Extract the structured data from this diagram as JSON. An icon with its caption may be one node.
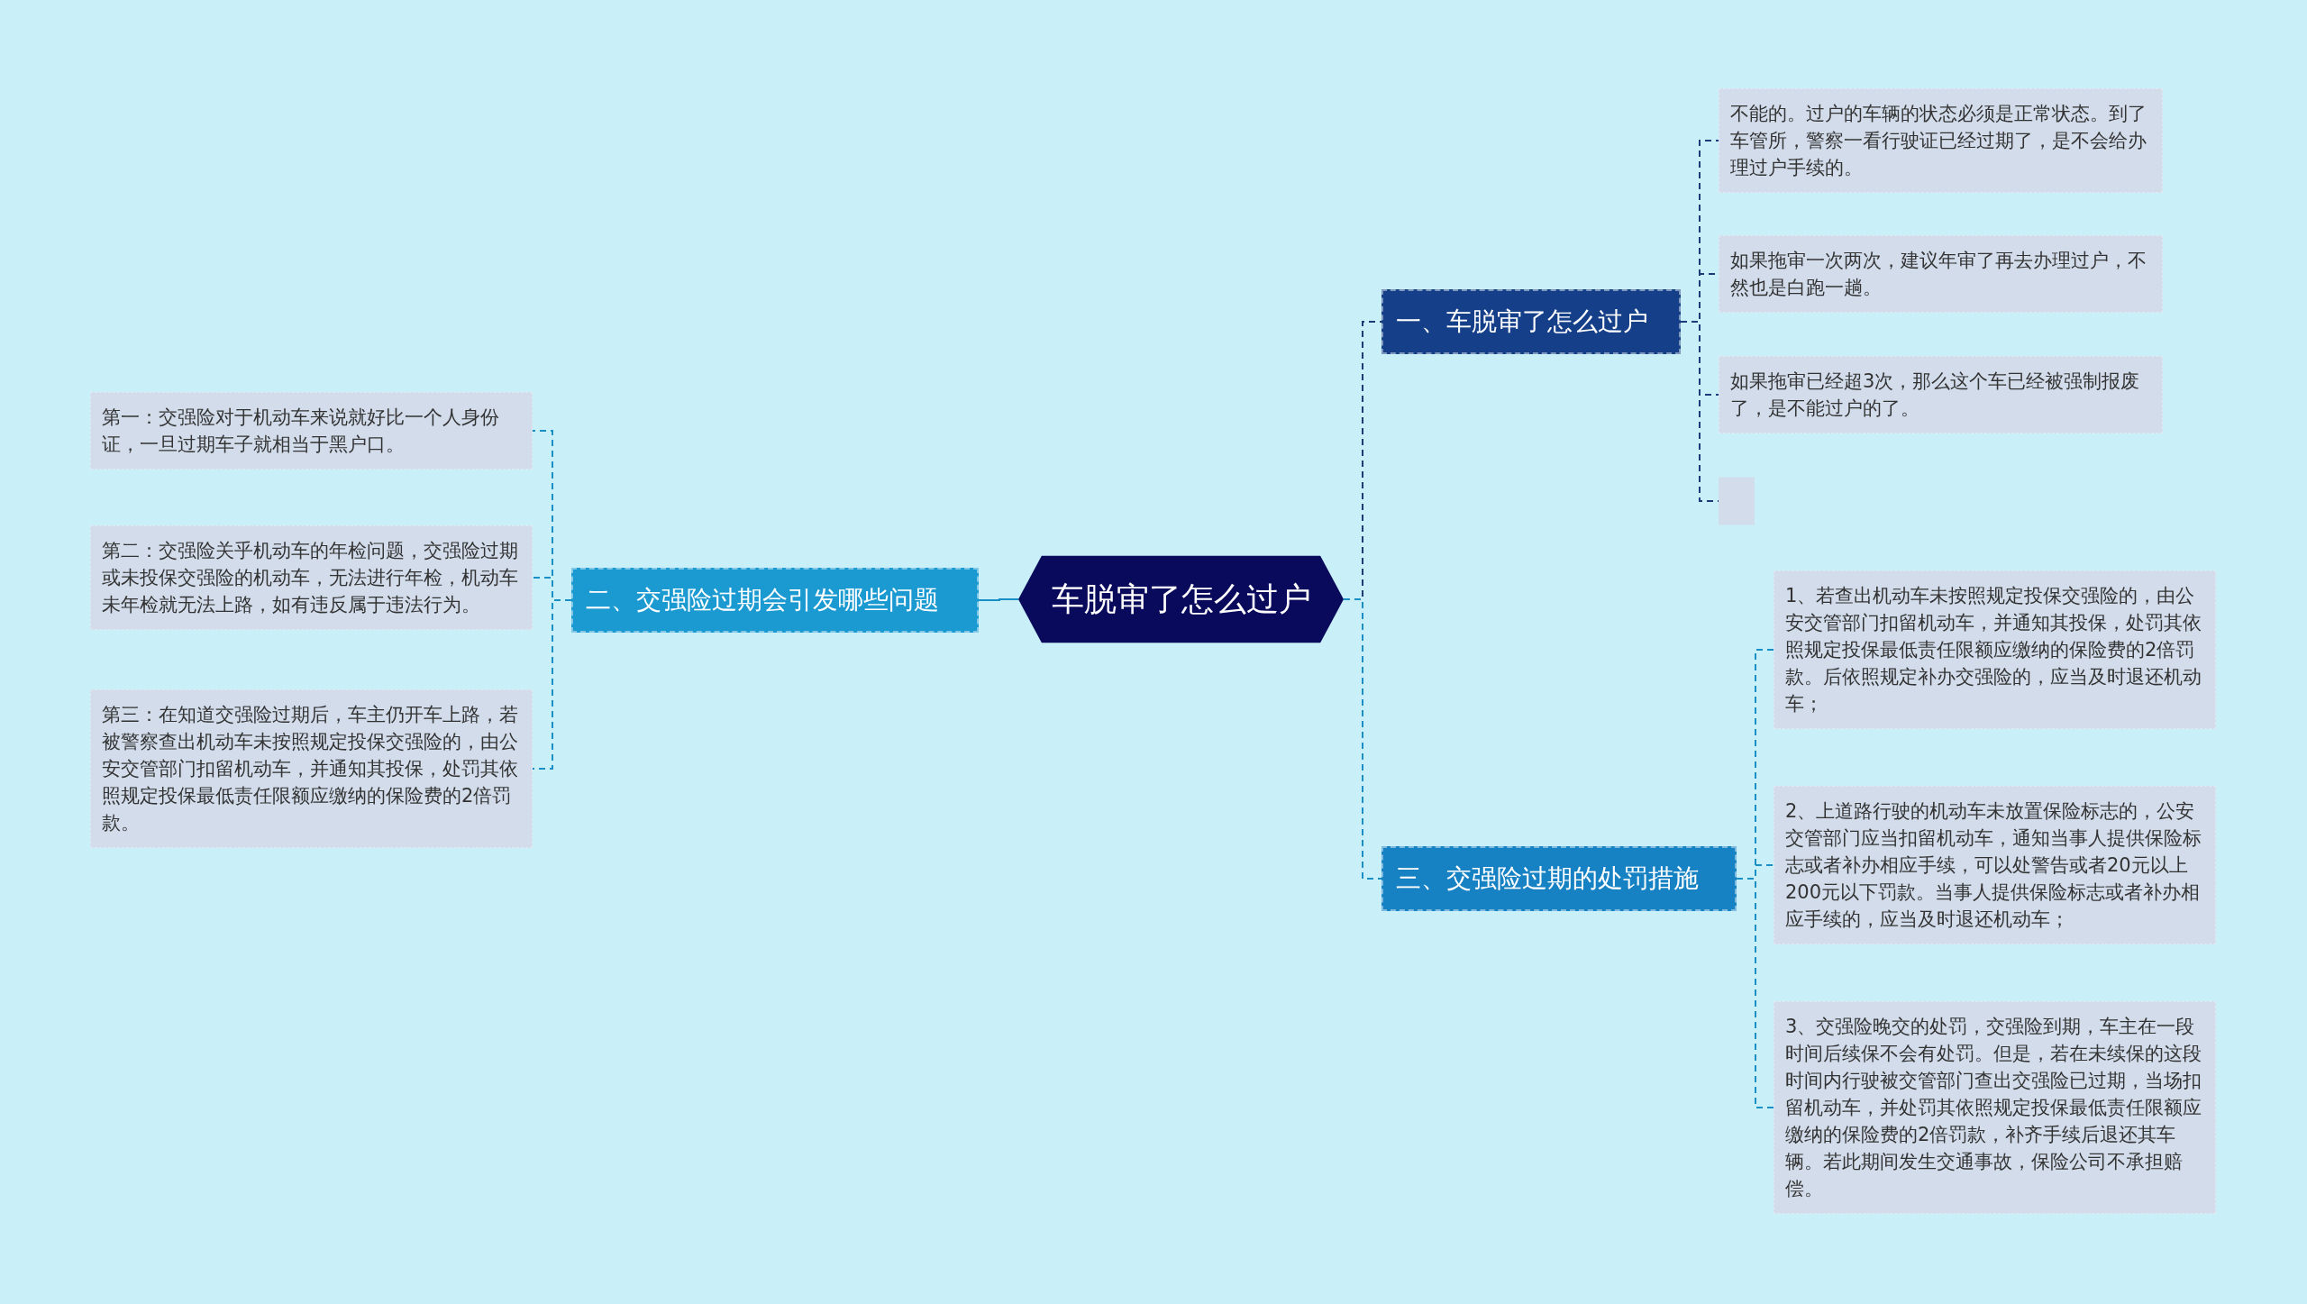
{
  "diagram": {
    "nodes": [
      {
        "text": [
          "车脱审了怎么过户"
        ]
      },
      {
        "text": [
          "一、车脱审了怎么过户"
        ]
      },
      {
        "text": [
          "不能的。过户的车辆的状态必须是正常状态。到了车管所，警察一看行驶证已经过期了，是不会给办理过户手续的。"
        ]
      },
      {
        "text": [
          "如果拖审一次两次，建议年审了再去办理过户，不然也是白跑一趟。"
        ]
      },
      {
        "text": [
          "如果拖审已经超3次，那么这个车已经被强制报废了，是不能过户的了。"
        ]
      },
      {
        "text": [],
        "shape": "box"
      },
      {
        "text": [
          "二、交强险过期会引发哪些问题"
        ]
      },
      {
        "text": [
          "第一：交强险对于机动车来说就好比一个人身份证，一旦过期车子就相当于黑户口。"
        ]
      },
      {
        "text": [
          "第二：交强险关乎机动车的年检问题，交强险过期或未投保交强险的机动车，无法进行年检，机动车未年检就无法上路，如有违反属于违法行为。"
        ]
      },
      {
        "text": [
          "第三：在知道交强险过期后，车主仍开车上路，若被警察查出机动车未按照规定投保交强险的，由公安交管部门扣留机动车，并通知其投保，处罚其依照规定投保最低责任限额应缴纳的保险费的2倍罚款。"
        ]
      },
      {
        "text": [
          "三、交强险过期的处罚措施"
        ]
      },
      {
        "text": [
          "1、若查出机动车未按照规定投保交强险的，由公安交管部门扣留机动车，并通知其投保，处罚其依照规定投保最低责任限额应缴纳的保险费的2倍罚款。后依照规定补办交强险的，应当及时退还机动车；"
        ]
      },
      {
        "text": [
          "2、上道路行驶的机动车未放置保险标志的，公安交管部门应当扣留机动车，通知当事人提供保险标志或者补办相应手续，可以处警告或者20元以上200元以下罚款。当事人提供保险标志或者补办相应手续的，应当及时退还机动车；"
        ]
      },
      {
        "text": [
          "3、交强险晚交的处罚，交强险到期，车主在一段时间后续保不会有处罚。但是，若在未续保的这段时间内行驶被交管部门查出交强险已过期，当场扣留机动车，并处罚其依照规定投保最低责任限额应缴纳的保险费的2倍罚款，补齐手续后退还其车辆。若此期间发生交通事故，保险公司不承担赔偿。"
        ]
      }
    ],
    "edges": [
      {
        "from": 0,
        "to": 1,
        "arrow": "none",
        "style": "dashed",
        "color": "#1e3a78"
      },
      {
        "from": 1,
        "to": 2,
        "arrow": "none",
        "style": "dashed",
        "color": "#1e3a78"
      },
      {
        "from": 1,
        "to": 3,
        "arrow": "none",
        "style": "dashed",
        "color": "#1e3a78"
      },
      {
        "from": 1,
        "to": 4,
        "arrow": "none",
        "style": "dashed",
        "color": "#1e3a78"
      },
      {
        "from": 1,
        "to": 5,
        "arrow": "none",
        "style": "dashed",
        "color": "#1e3a78"
      },
      {
        "from": 0,
        "to": 6,
        "arrow": "none"
      },
      {
        "from": 6,
        "to": 7,
        "arrow": "none",
        "style": "dashed"
      },
      {
        "from": 6,
        "to": 8,
        "arrow": "none",
        "style": "dashed"
      },
      {
        "from": 6,
        "to": 9,
        "arrow": "none",
        "style": "dashed"
      },
      {
        "from": 0,
        "to": 10,
        "arrow": "none",
        "style": "dashed"
      },
      {
        "from": 10,
        "to": 11,
        "arrow": "none",
        "style": "dashed"
      },
      {
        "from": 10,
        "to": 12,
        "arrow": "none",
        "style": "dashed"
      },
      {
        "from": 10,
        "to": 13,
        "arrow": "none",
        "style": "dashed"
      }
    ]
  }
}
